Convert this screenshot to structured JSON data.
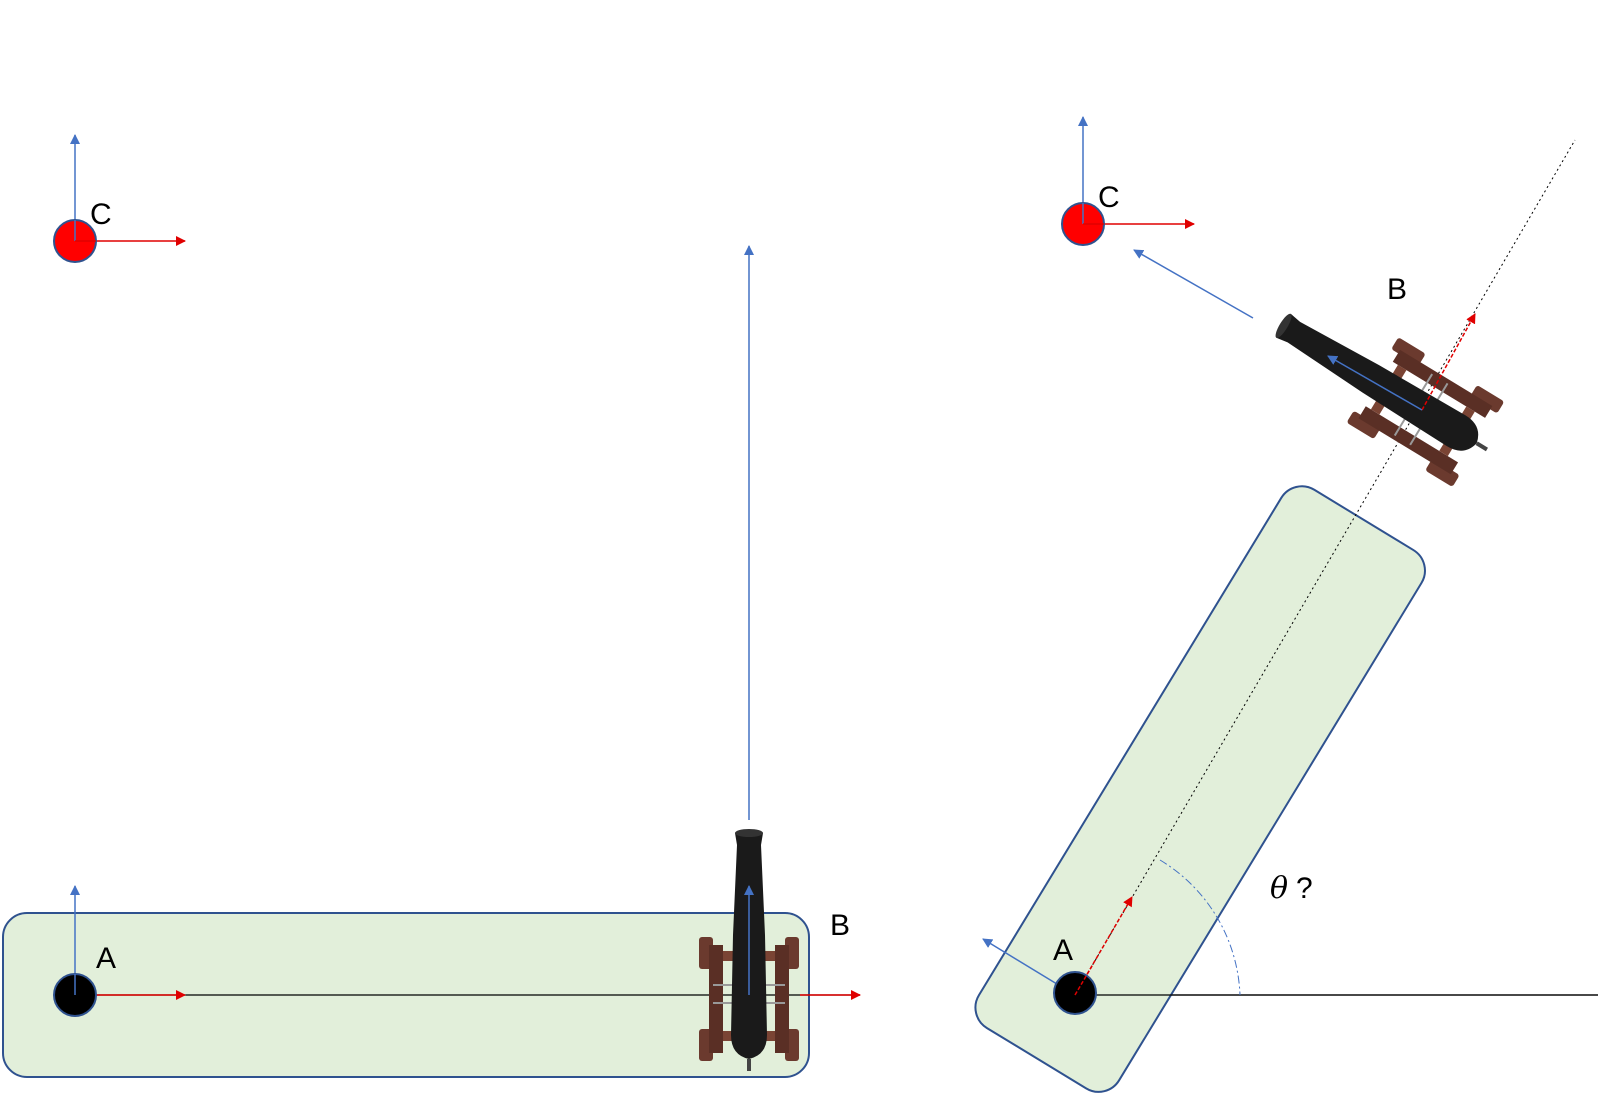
{
  "labels": {
    "left_c": "C",
    "left_a": "A",
    "left_b": "B",
    "right_c": "C",
    "right_a": "A",
    "right_b": "B",
    "angle_symbol": "θ",
    "angle_question": "?"
  },
  "colors": {
    "x_axis": "#e00000",
    "y_axis": "#4472c4",
    "point_c": "#ff0000",
    "point_a": "#000000",
    "body_fill": "#e2efda",
    "body_stroke": "#2f528f",
    "cannon_barrel": "#1a1a1a",
    "cannon_carriage": "#6b3a2e"
  },
  "icons": {
    "cannon": "cannon-icon",
    "frame_c": "coordinate-frame-icon"
  }
}
